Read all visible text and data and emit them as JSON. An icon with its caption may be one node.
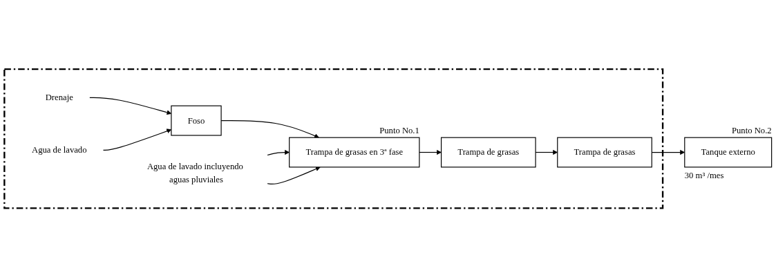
{
  "diagram": {
    "nodes": [
      {
        "text": [],
        "shape": "box"
      },
      {
        "text": [
          "Drenaje"
        ],
        "in": 0
      },
      {
        "text": [
          "Agua de lavado"
        ],
        "in": 0
      },
      {
        "text": [
          "Foso"
        ],
        "in": 0
      },
      {
        "text": [
          "Trampa de grasas en 3ª fase"
        ],
        "beside": [
          "Punto No.1"
        ],
        "in": 0
      },
      {
        "text": [
          "Trampa de grasas"
        ],
        "in": 0
      },
      {
        "text": [
          "Trampa de grasas"
        ],
        "in": 0
      },
      {
        "text": [
          "Tanque externo"
        ],
        "beside": [
          "Punto No.2",
          "30 m³ /mes"
        ]
      },
      {
        "text": [
          "Agua de lavado incluyendo aguas pluviales"
        ],
        "in": 0
      }
    ],
    "edges": [
      {
        "from": 1,
        "to": 3,
        "arrow": "to"
      },
      {
        "from": 2,
        "to": 3,
        "arrow": "to"
      },
      {
        "from": 3,
        "to": 4,
        "arrow": "to"
      },
      {
        "from": 4,
        "to": 5,
        "arrow": "to"
      },
      {
        "from": 5,
        "to": 6,
        "arrow": "to"
      },
      {
        "from": 6,
        "to": 7,
        "arrow": "to"
      },
      {
        "from": 8,
        "to": 4,
        "arrow": "to"
      },
      {
        "from": 8,
        "to": 4,
        "arrow": "to"
      }
    ]
  }
}
